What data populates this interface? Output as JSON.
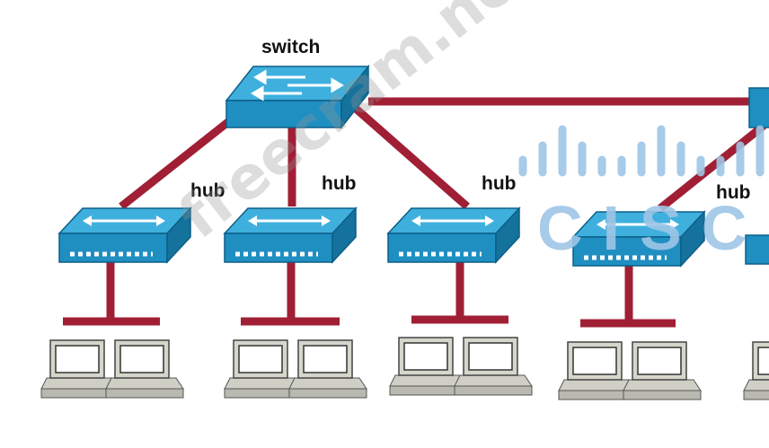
{
  "diagram": {
    "switch_label": "switch",
    "hub_labels": [
      "hub",
      "hub",
      "hub",
      "hub"
    ]
  },
  "watermark": {
    "text": "freecram.net"
  },
  "logo": {
    "text": "CISCO",
    "icon": "cisco-bars-icon",
    "color": "#9ec6e6"
  },
  "colors": {
    "device_blue": "#1f8fc2",
    "device_top": "#3fb0de",
    "cable_red": "#a01f35",
    "pc_gray": "#c8c8c0"
  }
}
